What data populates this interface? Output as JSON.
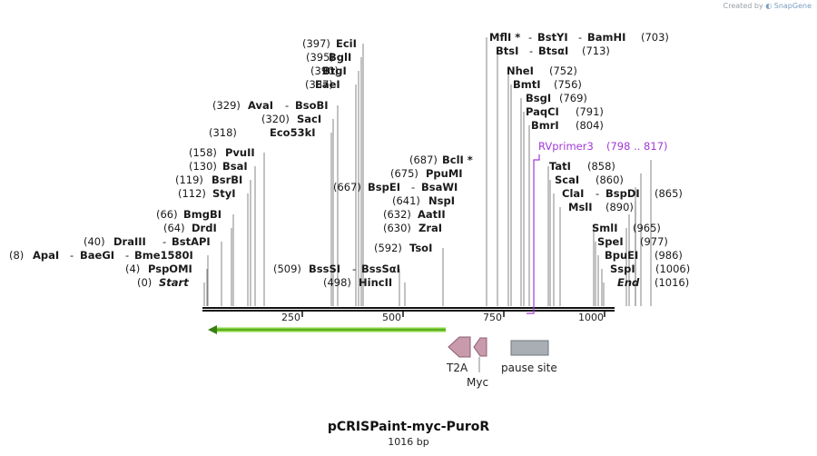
{
  "credit": {
    "created_by": "Created by",
    "brand": "SnapGene"
  },
  "title": "pCRISPaint-myc-PuroR",
  "subtitle": "1016 bp",
  "ruler": {
    "ticks": [
      "250",
      "500",
      "750",
      "1000"
    ]
  },
  "sites": [
    {
      "pos": "(397)",
      "name": "EciI"
    },
    {
      "pos": "(395)",
      "name": "BglI"
    },
    {
      "pos": "(390)",
      "name": "BtgI"
    },
    {
      "pos": "(387)",
      "name": "EaeI"
    },
    {
      "pos": "(329)",
      "name": "AvaI",
      "name2": "BsoBI"
    },
    {
      "pos": "(320)",
      "name": "SacI"
    },
    {
      "pos": "(318)",
      "name": "Eco53kI"
    },
    {
      "pos": "(158)",
      "name": "PvuII"
    },
    {
      "pos": "(130)",
      "name": "BsaI"
    },
    {
      "pos": "(119)",
      "name": "BsrBI"
    },
    {
      "pos": "(112)",
      "name": "StyI"
    },
    {
      "pos": "(66)",
      "name": "BmgBI"
    },
    {
      "pos": "(64)",
      "name": "DrdI"
    },
    {
      "pos": "(40)",
      "name": "DraIII",
      "name2": "BstAPI"
    },
    {
      "pos": "(8)",
      "name": "ApaI",
      "name2": "BaeGI",
      "name3": "Bme1580I"
    },
    {
      "pos": "(4)",
      "name": "PspOMI"
    },
    {
      "pos": "(0)",
      "name": "Start"
    },
    {
      "pos": "(509)",
      "name": "BssSI",
      "name2": "BssSαI"
    },
    {
      "pos": "(498)",
      "name": "HincII"
    },
    {
      "pos": "(667)",
      "name": "BspEI",
      "name2": "BsaWI"
    },
    {
      "pos": "(687)",
      "name": "BclI *"
    },
    {
      "pos": "(675)",
      "name": "PpuMI"
    },
    {
      "pos": "(641)",
      "name": "NspI"
    },
    {
      "pos": "(632)",
      "name": "AatII"
    },
    {
      "pos": "(630)",
      "name": "ZraI"
    },
    {
      "pos": "(592)",
      "name": "TsoI"
    },
    {
      "pos": "(703)",
      "name": "MflI *",
      "name2": "BstYI",
      "name3": "BamHI"
    },
    {
      "pos": "(713)",
      "name": "BtsI",
      "name2": "BtsαI"
    },
    {
      "pos": "(752)",
      "name": "NheI"
    },
    {
      "pos": "(756)",
      "name": "BmtI"
    },
    {
      "pos": "(769)",
      "name": "BsgI"
    },
    {
      "pos": "(791)",
      "name": "PaqCI"
    },
    {
      "pos": "(804)",
      "name": "BmrI"
    },
    {
      "pos": "(858)",
      "name": "TatI"
    },
    {
      "pos": "(860)",
      "name": "ScaI"
    },
    {
      "pos": "(865)",
      "name": "ClaI",
      "name2": "BspDI"
    },
    {
      "pos": "(890)",
      "name": "MslI"
    },
    {
      "pos": "(965)",
      "name": "SmlI"
    },
    {
      "pos": "(977)",
      "name": "SpeI"
    },
    {
      "pos": "(986)",
      "name": "BpuEI"
    },
    {
      "pos": "(1006)",
      "name": "SspI"
    },
    {
      "pos": "(1016)",
      "name": "End"
    }
  ],
  "primer": {
    "name": "RVprimer3",
    "range": "(798 .. 817)",
    "color": "#a239d6"
  },
  "features": {
    "t2a": {
      "label": "T2A",
      "color": "#c99aac"
    },
    "myc": {
      "label": "Myc",
      "color": "#c99aac"
    },
    "pause": {
      "label": "pause site",
      "color": "#a9aeb5"
    },
    "puro_arrow_color": "#86d93d"
  }
}
